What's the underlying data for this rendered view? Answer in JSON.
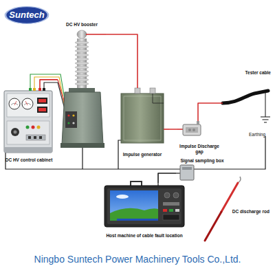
{
  "diagram": {
    "caption": "Ningbo Suntech Power Machinery Tools Co.,Ltd.",
    "nodes": [
      {
        "text": [
          "Suntech"
        ]
      },
      {
        "text": [
          "DC HV booster"
        ]
      },
      {
        "text": [
          "Tester cable"
        ]
      },
      {
        "text": [
          "DC HV control cabinet"
        ]
      },
      {
        "text": [
          "Impulse generator"
        ]
      },
      {
        "text": [
          "Impulse Discharge gap"
        ]
      },
      {
        "text": [
          "Signal sampling box"
        ]
      },
      {
        "text": [
          "Host machine of cable fault location"
        ]
      },
      {
        "text": [
          "DC discharge rod"
        ]
      }
    ],
    "edges": [
      {
        "from": 3,
        "to": 1,
        "arrow": "none"
      },
      {
        "from": 1,
        "to": 4,
        "arrow": "none"
      },
      {
        "from": 4,
        "to": 5,
        "arrow": "none"
      },
      {
        "from": 5,
        "to": 2,
        "arrow": "none"
      },
      {
        "from": 6,
        "to": 7,
        "arrow": "none"
      }
    ],
    "labels": [
      "Earthing"
    ]
  }
}
